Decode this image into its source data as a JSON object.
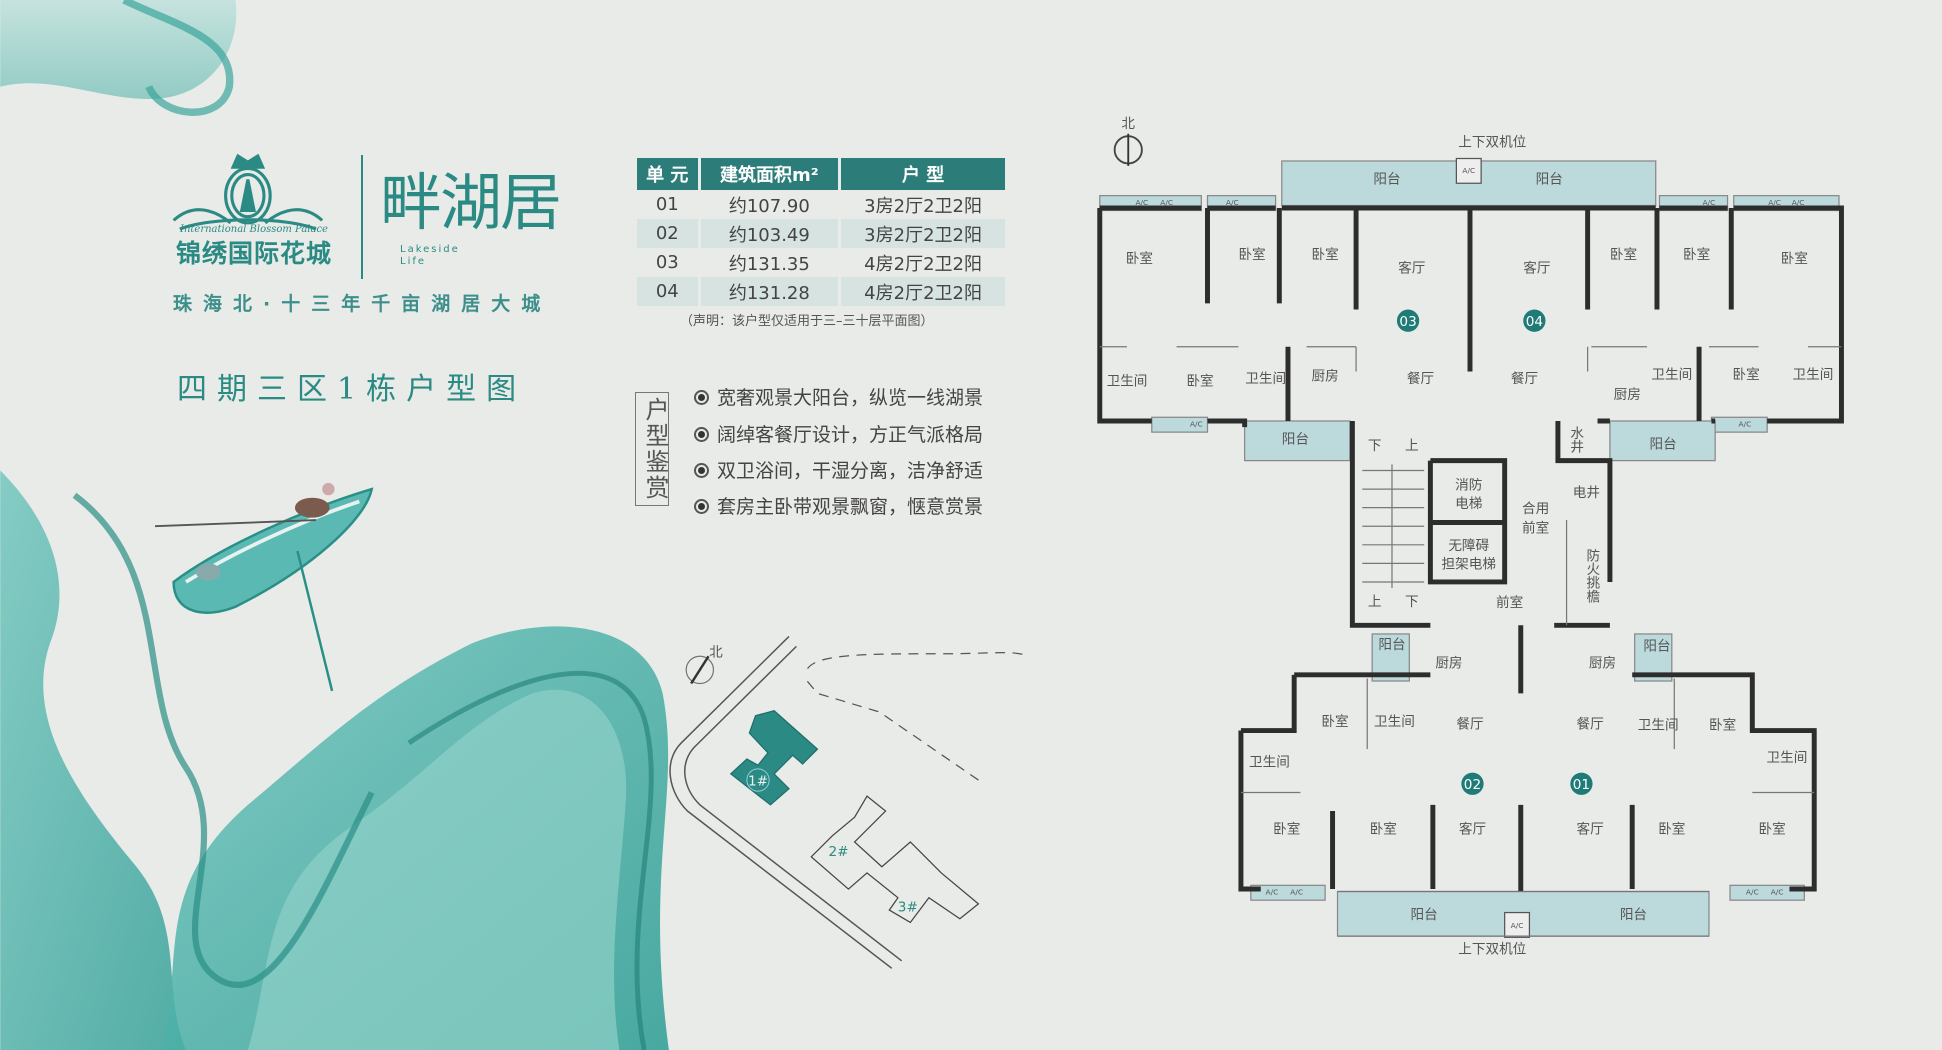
{
  "brand": {
    "name_cn": "锦绣国际花城",
    "name_en": "International Blossom Palace",
    "project_cn": "畔湖居",
    "project_en_line1": "Lakeside",
    "project_en_line2": "Life",
    "slogan": "珠海北·十三年千亩湖居大城",
    "title": "四期三区1栋户型图"
  },
  "colors": {
    "accent": "#2b8a84",
    "header": "#2c7d7a",
    "balcony": "#bcd9dc"
  },
  "table": {
    "headers": [
      "单 元",
      "建筑面积m²",
      "户 型"
    ],
    "rows": [
      {
        "unit": "01",
        "area": "约107.90",
        "layout": "3房2厅2卫2阳"
      },
      {
        "unit": "02",
        "area": "约103.49",
        "layout": "3房2厅2卫2阳"
      },
      {
        "unit": "03",
        "area": "约131.35",
        "layout": "4房2厅2卫2阳"
      },
      {
        "unit": "04",
        "area": "约131.28",
        "layout": "4房2厅2卫2阳"
      }
    ],
    "disclaimer": "（声明：该户型仅适用于三–三十层平面图）"
  },
  "features": {
    "label": "户型鉴赏",
    "items": [
      "宽奢观景大阳台，纵览一线湖景",
      "阔绰客餐厅设计，方正气派格局",
      "双卫浴间，干湿分离，洁净舒适",
      "套房主卧带观景飘窗，惬意赏景"
    ]
  },
  "site_plan": {
    "north": "北",
    "buildings": [
      "1#",
      "2#",
      "3#"
    ]
  },
  "plan": {
    "north": "北",
    "ac_position": "上下双机位",
    "ac": "A/C",
    "up": "上",
    "down": "下",
    "units": [
      "03",
      "04",
      "02",
      "01"
    ],
    "rooms": [
      "卧室",
      "卧室",
      "卧室",
      "客厅",
      "客厅",
      "卧室",
      "卧室",
      "卧室",
      "卫生间",
      "卧室",
      "卫生间",
      "厨房",
      "餐厅",
      "餐厅",
      "厨房",
      "卫生间",
      "卧室",
      "卫生间",
      "阳台",
      "阳台",
      "阳台",
      "阳台",
      "消防",
      "电梯",
      "无障碍",
      "担架电梯",
      "合用",
      "前室",
      "前室",
      "电井",
      "水井",
      "防火挑檐",
      "阳台",
      "厨房",
      "厨房",
      "阳台",
      "卧室",
      "卫生间",
      "餐厅",
      "餐厅",
      "卫生间",
      "卧室",
      "卫生间",
      "卫生间",
      "卧室",
      "卧室",
      "客厅",
      "客厅",
      "卧室",
      "卧室",
      "阳台",
      "阳台"
    ]
  }
}
